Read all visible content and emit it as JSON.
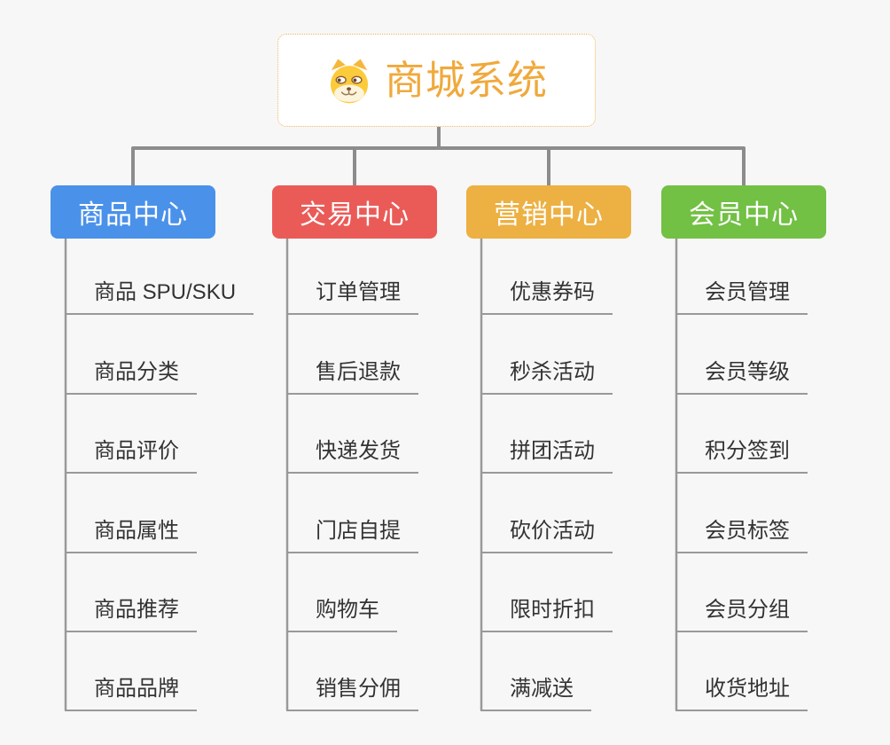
{
  "canvas": {
    "background": "#f7f7f7",
    "branch_line_color": "#8c8c8c",
    "leaf_line_color": "#999999",
    "leaf_text_color": "#333333"
  },
  "root": {
    "label": "商城系统",
    "icon": "dog-face-icon",
    "text_color": "#f0a93c",
    "border_color": "#f0b45c",
    "background": "#ffffff"
  },
  "branches": [
    {
      "label": "商品中心",
      "color": "#4a91ea",
      "items": [
        "商品 SPU/SKU",
        "商品分类",
        "商品评价",
        "商品属性",
        "商品推荐",
        "商品品牌"
      ]
    },
    {
      "label": "交易中心",
      "color": "#ea5b58",
      "items": [
        "订单管理",
        "售后退款",
        "快递发货",
        "门店自提",
        "购物车",
        "销售分佣"
      ]
    },
    {
      "label": "营销中心",
      "color": "#edb042",
      "items": [
        "优惠券码",
        "秒杀活动",
        "拼团活动",
        "砍价活动",
        "限时折扣",
        "满减送"
      ]
    },
    {
      "label": "会员中心",
      "color": "#72c044",
      "items": [
        "会员管理",
        "会员等级",
        "积分签到",
        "会员标签",
        "会员分组",
        "收货地址"
      ]
    }
  ]
}
